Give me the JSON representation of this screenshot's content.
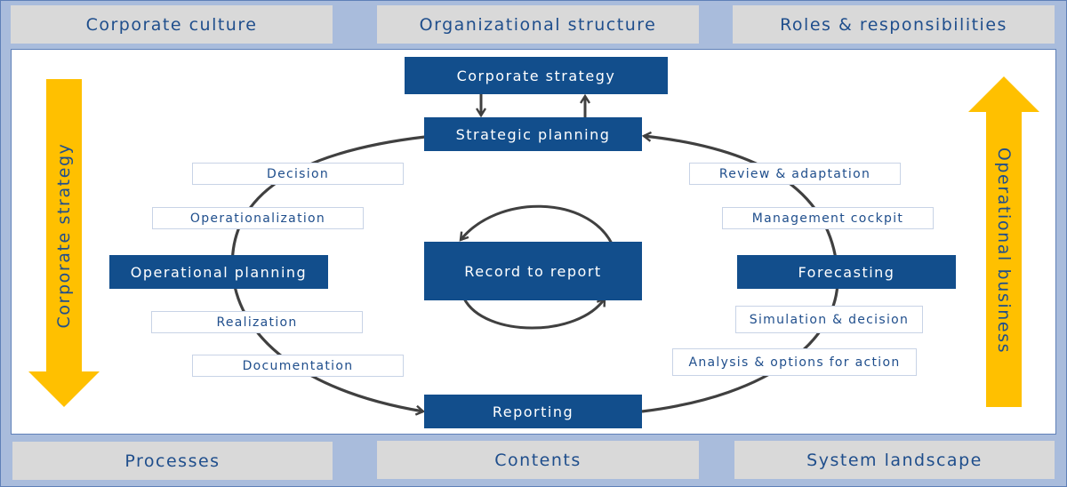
{
  "top_bar": [
    {
      "label": "Corporate culture"
    },
    {
      "label": "Organizational structure"
    },
    {
      "label": "Roles & responsibilities"
    }
  ],
  "bottom_bar": [
    {
      "label": "Processes"
    },
    {
      "label": "Contents"
    },
    {
      "label": "System landscape"
    }
  ],
  "side_arrows": {
    "left": {
      "label": "Corporate strategy",
      "direction": "down",
      "color": "#ffc000"
    },
    "right": {
      "label": "Operational business",
      "direction": "up",
      "color": "#ffc000"
    }
  },
  "nodes": {
    "corporate_strategy": "Corporate strategy",
    "strategic_planning": "Strategic planning",
    "operational_planning": "Operational planning",
    "record_to_report": "Record to report",
    "forecasting": "Forecasting",
    "reporting": "Reporting"
  },
  "left_steps": [
    {
      "label": "Decision"
    },
    {
      "label": "Operationalization"
    },
    {
      "label": "Realization"
    },
    {
      "label": "Documentation"
    }
  ],
  "right_steps": [
    {
      "label": "Review & adaptation"
    },
    {
      "label": "Management cockpit"
    },
    {
      "label": "Simulation & decision"
    },
    {
      "label": "Analysis & options for action"
    }
  ],
  "colors": {
    "node_fill": "#124e8c",
    "accent_arrow": "#ffc000",
    "text_blue": "#1f4e8c",
    "frame_bg": "#a9bcdc",
    "gray_box": "#d9d9d9",
    "connector": "#404040"
  }
}
